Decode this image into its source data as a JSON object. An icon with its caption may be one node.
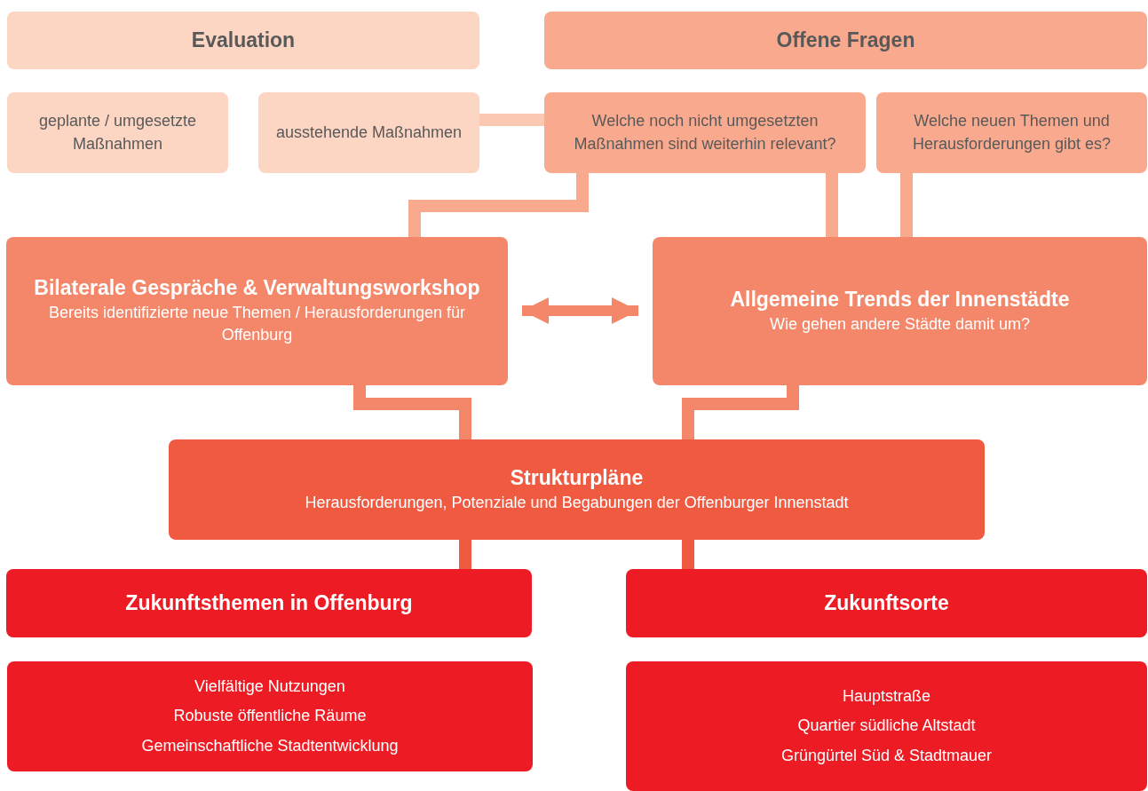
{
  "diagram": {
    "nodes": [
      {
        "text": [
          "Evaluation"
        ]
      },
      {
        "text": [
          "Offene Fragen"
        ]
      },
      {
        "text": [
          "geplante / umgesetzte Maßnahmen"
        ]
      },
      {
        "text": [
          "ausstehende Maßnahmen"
        ]
      },
      {
        "text": [
          "Welche noch nicht umgesetzten Maßnahmen sind weiterhin relevant?"
        ]
      },
      {
        "text": [
          "Welche neuen Themen und Herausforderungen gibt es?"
        ]
      },
      {
        "text": [
          "Bilaterale Gespräche & Verwaltungsworkshop",
          "Bereits identifizierte neue Themen / Herausforderungen für Offenburg"
        ]
      },
      {
        "text": [
          "Allgemeine Trends der Innenstädte",
          "Wie gehen andere Städte damit um?"
        ]
      },
      {
        "text": [
          "Strukturpläne",
          "Herausforderungen, Potenziale und Begabungen der Offenburger Innenstadt"
        ]
      },
      {
        "text": [
          "Zukunftsthemen in Offenburg"
        ]
      },
      {
        "text": [
          "Zukunftsorte"
        ]
      },
      {
        "text": [
          "Vielfältige Nutzungen",
          "Robuste öffentliche Räume",
          "Gemeinschaftliche Stadtentwicklung"
        ]
      },
      {
        "text": [
          "Hauptstraße",
          "Quartier südliche Altstadt",
          "Grüngürtel Süd & Stadtmauer"
        ]
      }
    ],
    "edges": [
      {
        "from": 3,
        "to": 4,
        "arrow": "none",
        "color": "#fbc9b2"
      },
      {
        "from": 4,
        "to": 6,
        "arrow": "none",
        "color": "#f9aa8e"
      },
      {
        "from": 4,
        "to": 7,
        "arrow": "none",
        "color": "#f9aa8e"
      },
      {
        "from": 5,
        "to": 7,
        "arrow": "none",
        "color": "#f9aa8e"
      },
      {
        "from": 6,
        "to": 7,
        "arrow": "both",
        "color": "#f4876a"
      },
      {
        "from": 6,
        "to": 8,
        "arrow": "none",
        "color": "#f4876a"
      },
      {
        "from": 7,
        "to": 8,
        "arrow": "none",
        "color": "#f4876a"
      },
      {
        "from": 8,
        "to": 9,
        "arrow": "none",
        "color": "#ef5a40"
      },
      {
        "from": 8,
        "to": 10,
        "arrow": "none",
        "color": "#ef5a40"
      }
    ]
  }
}
